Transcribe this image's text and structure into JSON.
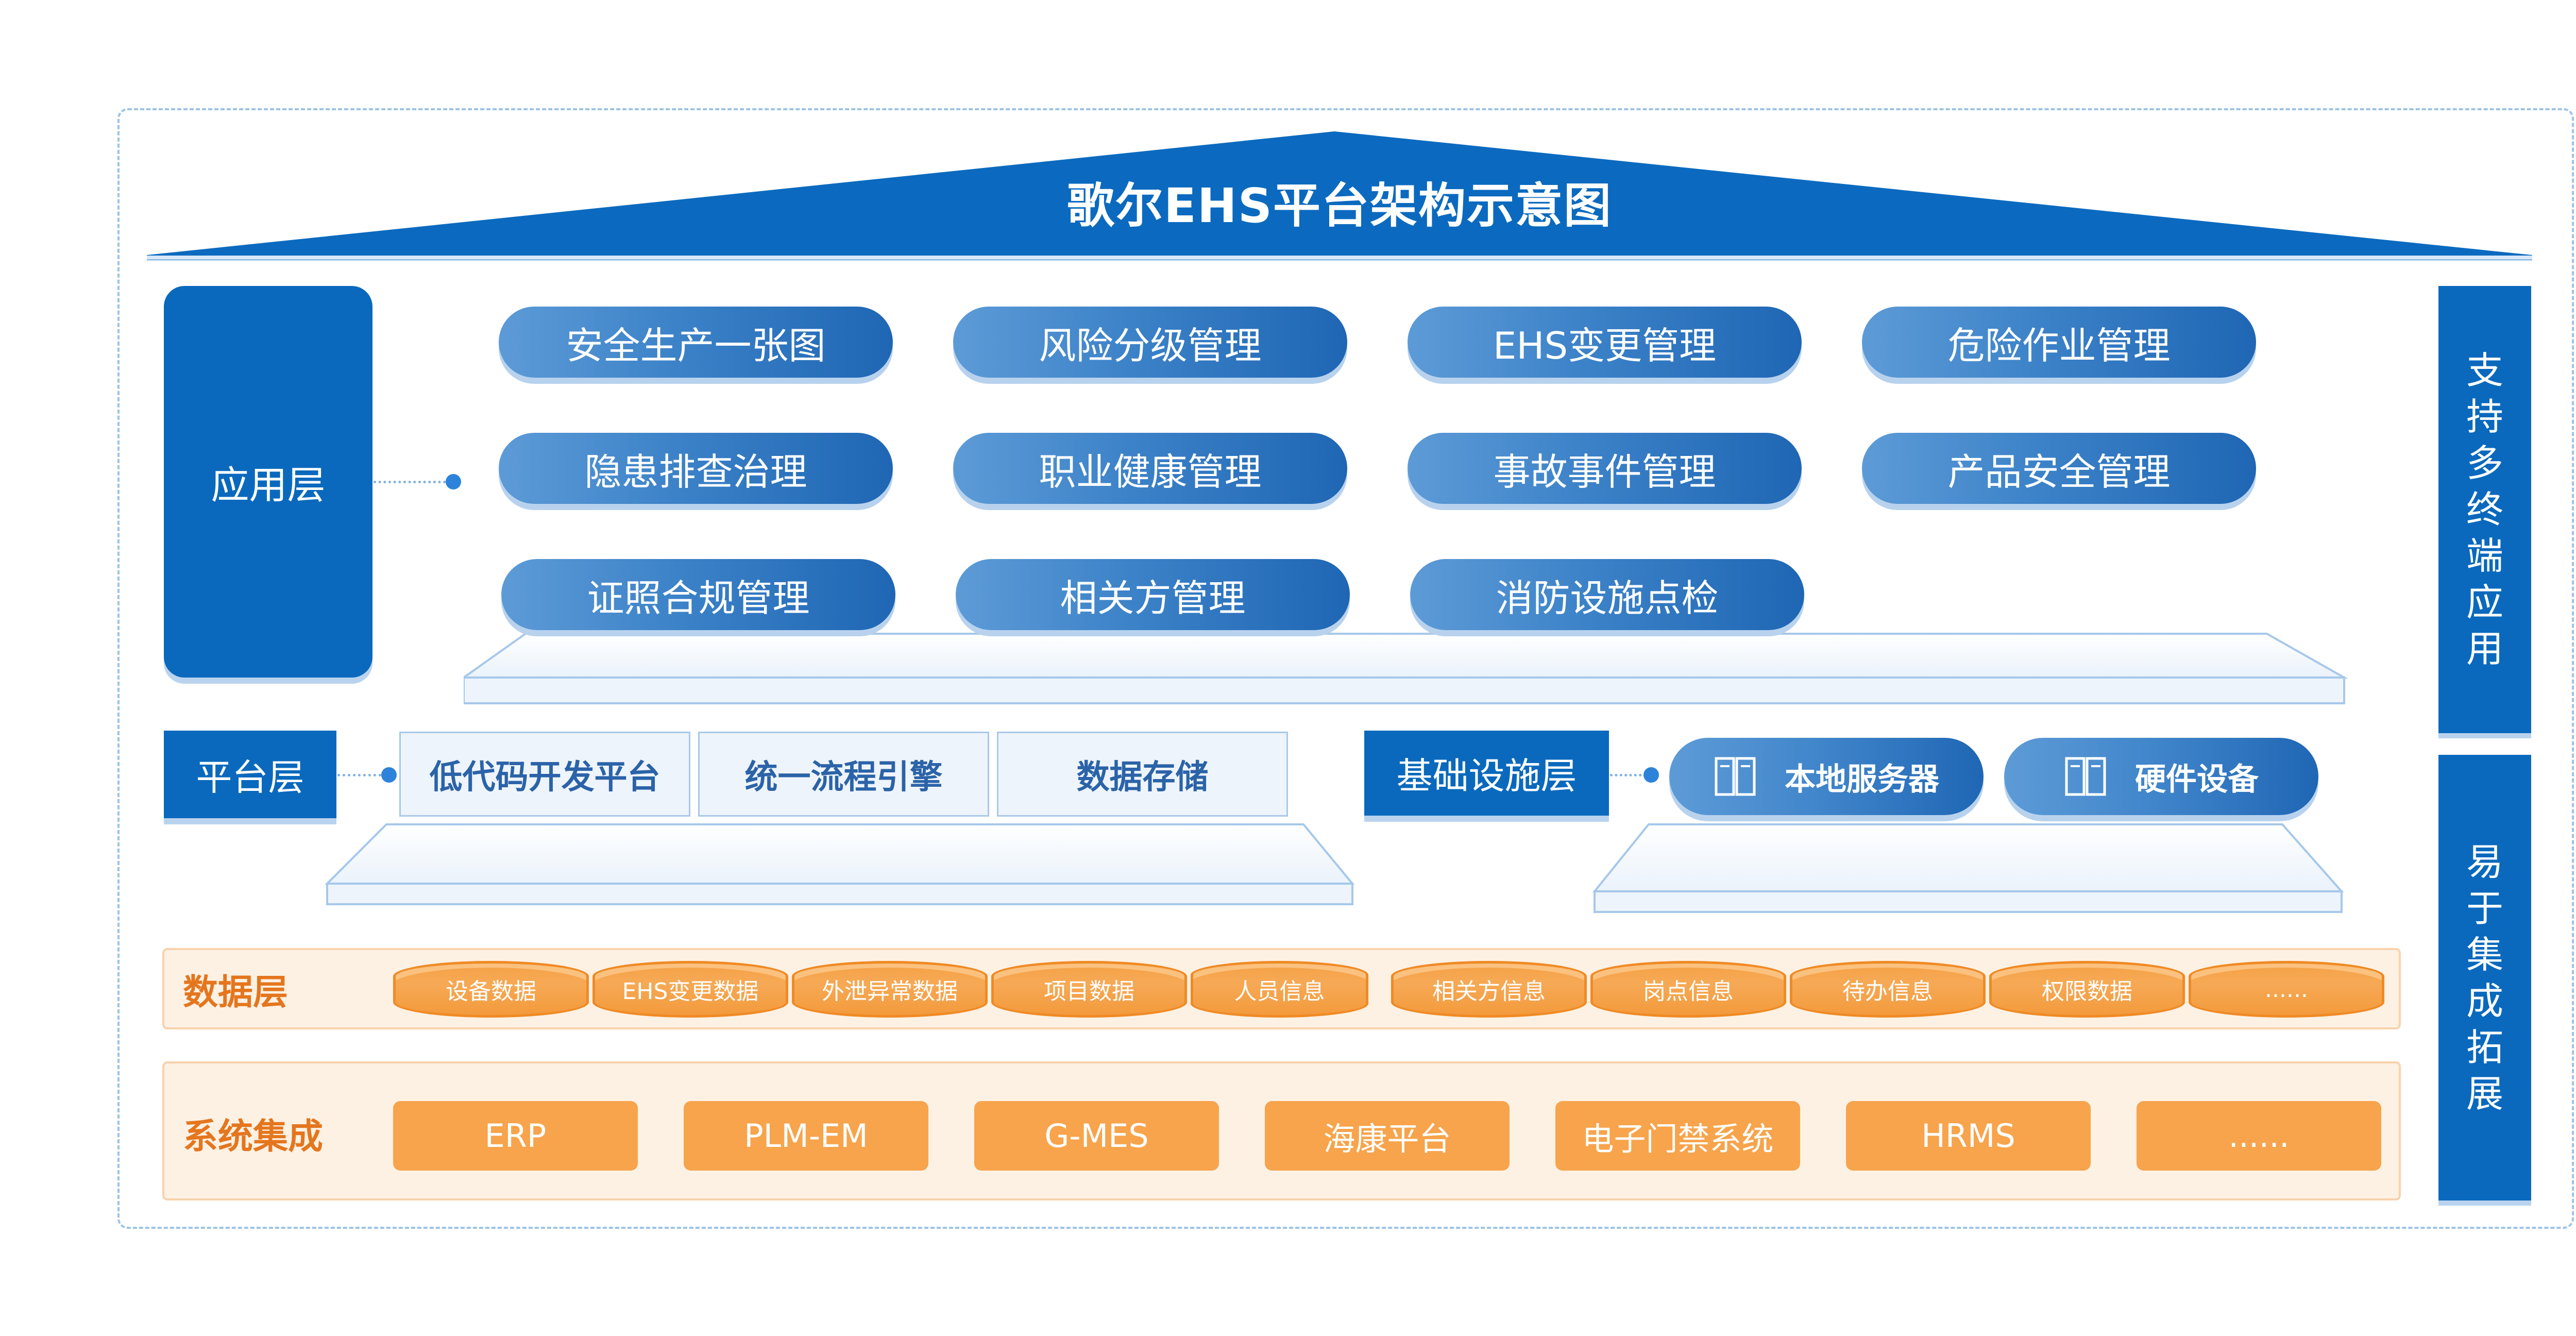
{
  "title": "歌尔EHS平台架构示意图",
  "colors": {
    "primary_blue": "#0a69bd",
    "pill_blue": "#3c82c8",
    "orange": "#f7a44c",
    "orange_text": "#e4761e",
    "frame_dash": "#9cc3e6"
  },
  "application_layer": {
    "label": "应用层",
    "modules": [
      "安全生产一张图",
      "风险分级管理",
      "EHS变更管理",
      "危险作业管理",
      "隐患排查治理",
      "职业健康管理",
      "事故事件管理",
      "产品安全管理",
      "证照合规管理",
      "相关方管理",
      "消防设施点检"
    ]
  },
  "platform_layer": {
    "label": "平台层",
    "items": [
      "低代码开发平台",
      "统一流程引擎",
      "数据存储"
    ]
  },
  "infrastructure_layer": {
    "label": "基础设施层",
    "items": [
      {
        "label": "本地服务器",
        "icon": "server-icon"
      },
      {
        "label": "硬件设备",
        "icon": "server-icon"
      }
    ]
  },
  "data_layer": {
    "label": "数据层",
    "items": [
      "设备数据",
      "EHS变更数据",
      "外泄异常数据",
      "项目数据",
      "人员信息",
      "相关方信息",
      "岗点信息",
      "待办信息",
      "权限数据",
      "......"
    ]
  },
  "system_integration": {
    "label": "系统集成",
    "items": [
      "ERP",
      "PLM-EM",
      "G-MES",
      "海康平台",
      "电子门禁系统",
      "HRMS",
      "......"
    ]
  },
  "side_panels": {
    "top": [
      "支",
      "持",
      "多",
      "终",
      "端",
      "应",
      "用"
    ],
    "bottom": [
      "易",
      "于",
      "集",
      "成",
      "拓",
      "展"
    ]
  }
}
